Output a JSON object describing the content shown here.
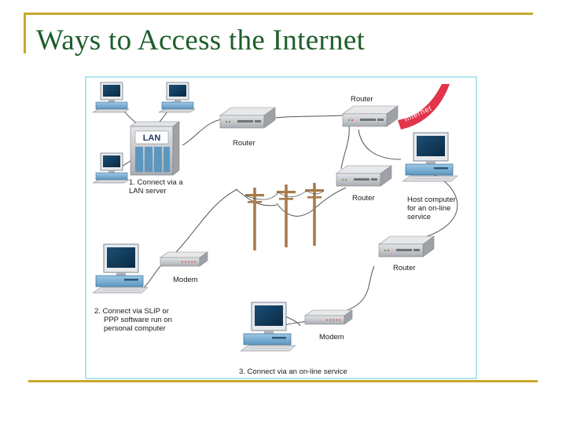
{
  "slide": {
    "title": "Ways to Access the Internet"
  },
  "diagram": {
    "internet_label": "Internet",
    "lan_server_label": "LAN",
    "routers": {
      "internet_gateway": "Router",
      "lan": "Router",
      "phone_line": "Router",
      "online_service": "Router"
    },
    "modems": {
      "slip_ppp": "Modem",
      "online_service": "Modem"
    },
    "host_computer": [
      "Host computer",
      "for an on-line",
      "service"
    ],
    "option_1": [
      "1. Connect via a",
      "LAN server"
    ],
    "option_2": [
      "2. Connect via SLIP or",
      "PPP software run on",
      "personal computer"
    ],
    "option_3": "3. Connect via an on-line service",
    "colors": {
      "internet_band": "#e2344a",
      "device_gray": "#c9cbce",
      "computer_blue": "#7fb4d8",
      "pole_brown": "#a87a4c",
      "cable": "#555555",
      "frame_border": "#b3e5ee"
    }
  }
}
